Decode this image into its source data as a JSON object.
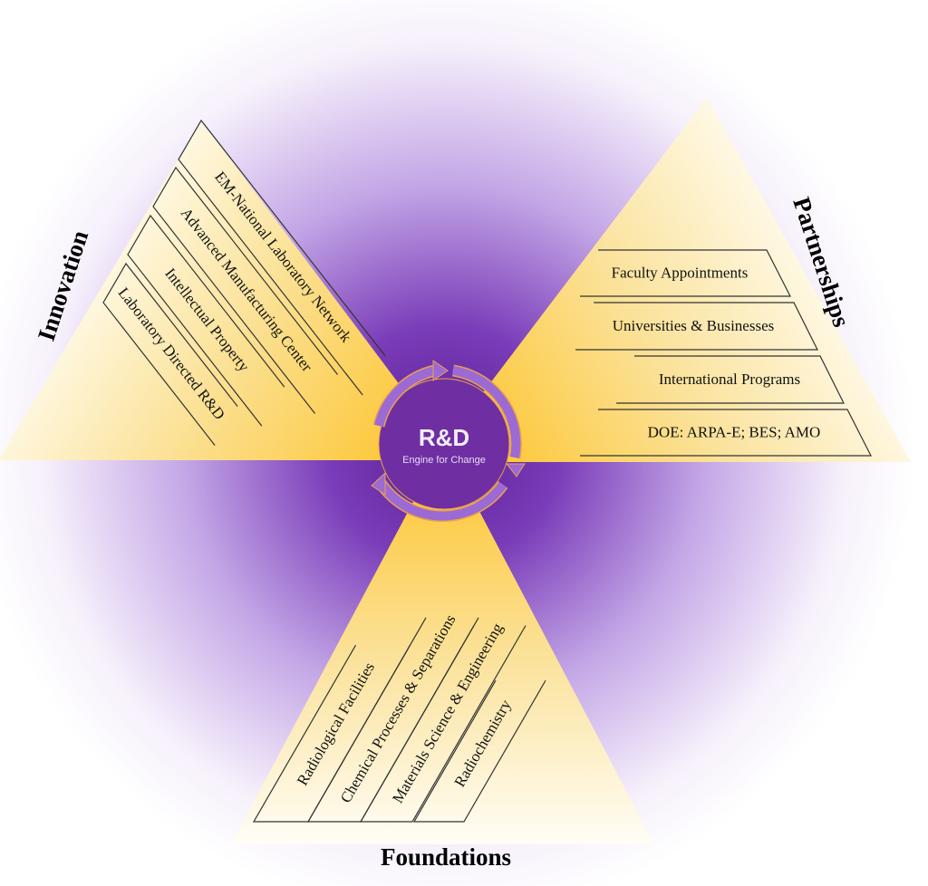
{
  "center": {
    "title": "R&D",
    "subtitle": "Engine for Change"
  },
  "innovation": {
    "title": "Innovation",
    "items": [
      "EM-National Laboratory Network",
      "Advanced Manufacturing Center",
      "Intellectual Property",
      "Laboratory Directed R&D"
    ]
  },
  "partnerships": {
    "title": "Partnerships",
    "items": [
      "Faculty Appointments",
      "Universities & Businesses",
      "International Programs",
      "DOE: ARPA-E; BES; AMO"
    ]
  },
  "foundations": {
    "title": "Foundations",
    "items": [
      "Radiological Facilities",
      "Chemical Processes & Separations",
      "Materials Science & Engineering",
      "Radiochemistry"
    ]
  },
  "colors": {
    "purple": "#6f2fa3",
    "gold": "#fdc83a",
    "ring": "#9c6ad4"
  }
}
